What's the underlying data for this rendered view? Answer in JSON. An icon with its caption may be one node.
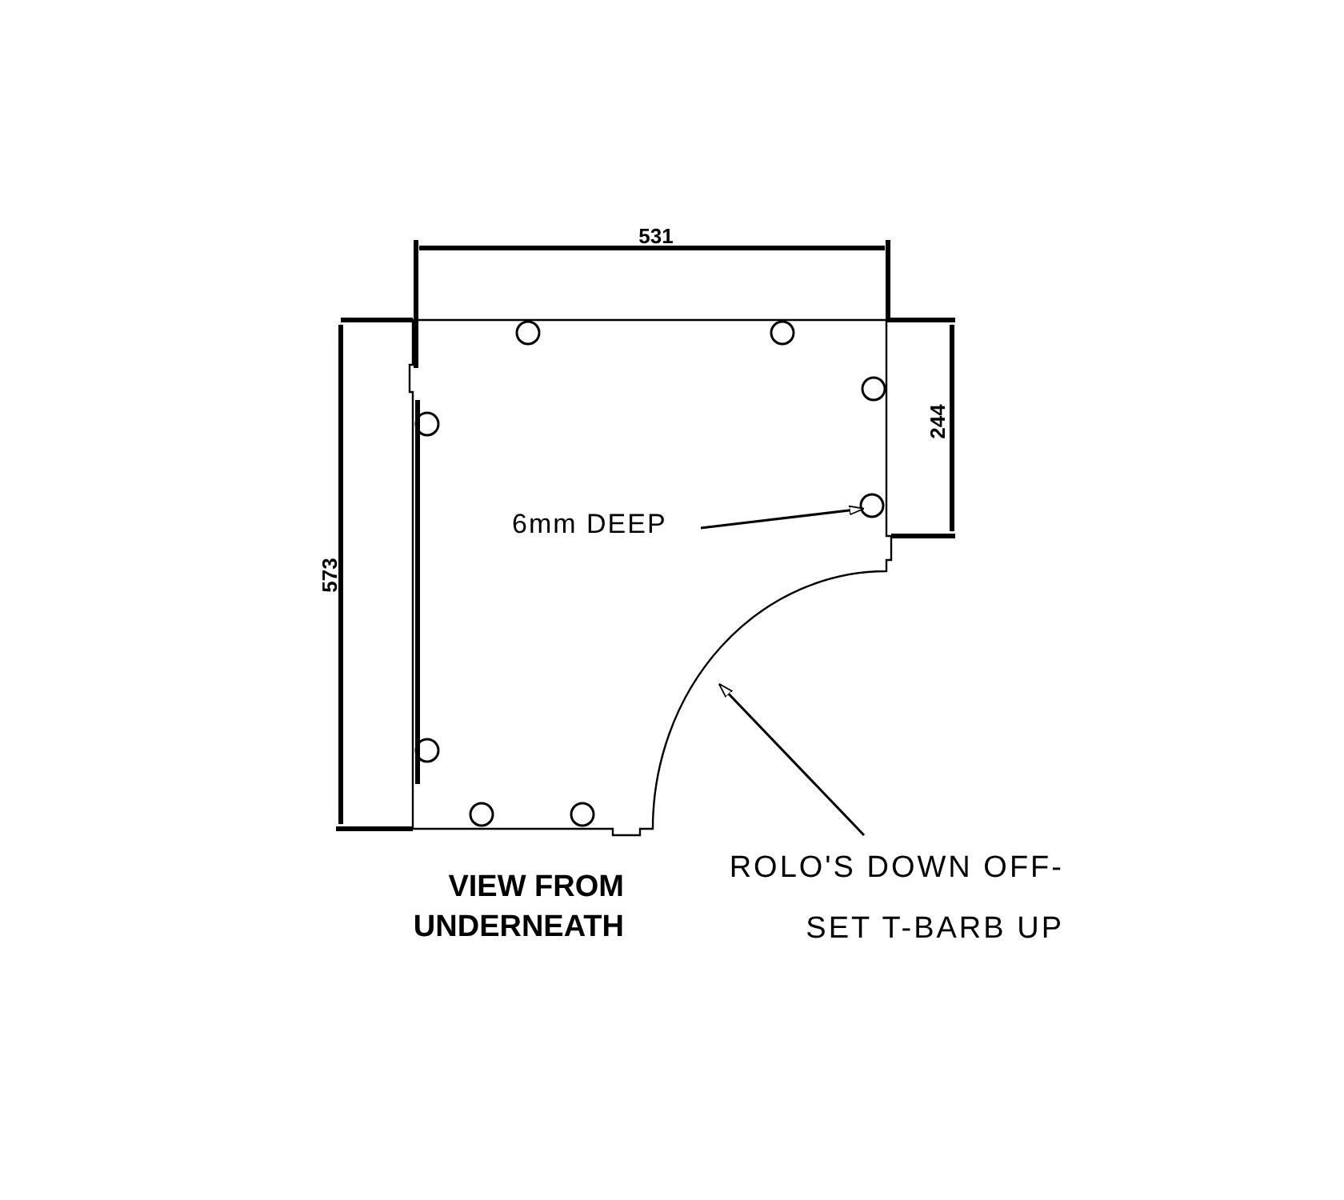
{
  "diagram": {
    "nodes": [
      {
        "text": [
          "6mm DEEP"
        ]
      },
      {
        "text": [
          "ROLO'S DOWN OFF-SET T-BARB UP"
        ]
      }
    ],
    "edges": [
      {
        "from": 0,
        "to": null,
        "arrow": "to"
      },
      {
        "from": 1,
        "to": null,
        "arrow": "to"
      }
    ],
    "labels": [
      "531",
      "244",
      "573",
      "VIEW FROM UNDERNEATH"
    ]
  }
}
